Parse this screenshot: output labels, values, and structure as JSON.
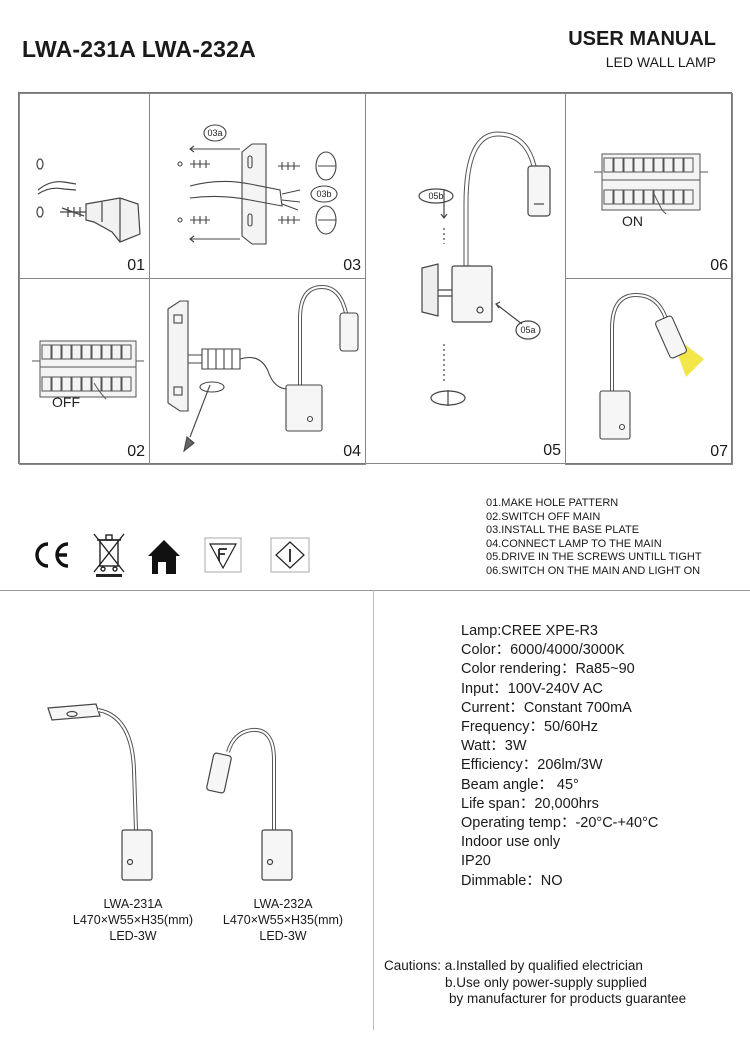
{
  "header": {
    "model": "LWA-231A LWA-232A",
    "manual_title": "USER MANUAL",
    "manual_subtitle": "LED WALL LAMP"
  },
  "panels": [
    {
      "num": "01"
    },
    {
      "num": "03",
      "callouts": [
        "03a",
        "03b"
      ]
    },
    {
      "num": "05",
      "callouts": [
        "05b",
        "05a"
      ]
    },
    {
      "num": "06",
      "switch_label": "ON"
    },
    {
      "num": "02",
      "switch_label": "OFF"
    },
    {
      "num": "04"
    },
    {
      "num": "07"
    }
  ],
  "icons": [
    "ce-mark-icon",
    "weee-bin-icon",
    "indoor-house-icon",
    "f-mark-icon",
    "warning-i-icon"
  ],
  "steps": [
    "01.MAKE HOLE PATTERN",
    "02.SWITCH OFF MAIN",
    "03.INSTALL THE BASE PLATE",
    "04.CONNECT LAMP TO THE MAIN",
    "05.DRIVE IN THE SCREWS UNTILL TIGHT",
    "06.SWITCH ON THE MAIN AND LIGHT ON"
  ],
  "products": [
    {
      "model": "LWA-231A",
      "dims": "L470×W55×H35(mm)",
      "power": "LED-3W"
    },
    {
      "model": "LWA-232A",
      "dims": "L470×W55×H35(mm)",
      "power": "LED-3W"
    }
  ],
  "specs": [
    "Lamp:CREE XPE-R3",
    "Color：6000/4000/3000K",
    "Color rendering：Ra85~90",
    "Input：100V-240V AC",
    "Current：Constant 700mA",
    "Frequency：50/60Hz",
    "Watt：3W",
    "Efficiency：206lm/3W",
    "Beam angle： 45°",
    "Life span：20,000hrs",
    "Operating temp：-20°C-+40°C",
    "Indoor use only",
    "IP20",
    "Dimmable：NO"
  ],
  "cautions": [
    "Cautions: a.Installed by qualified electrician",
    "b.Use only power-supply supplied",
    "by manufacturer for products guarantee"
  ],
  "colors": {
    "text": "#1a1a1a",
    "line": "#777777",
    "led_glow": "#f3e64a"
  }
}
